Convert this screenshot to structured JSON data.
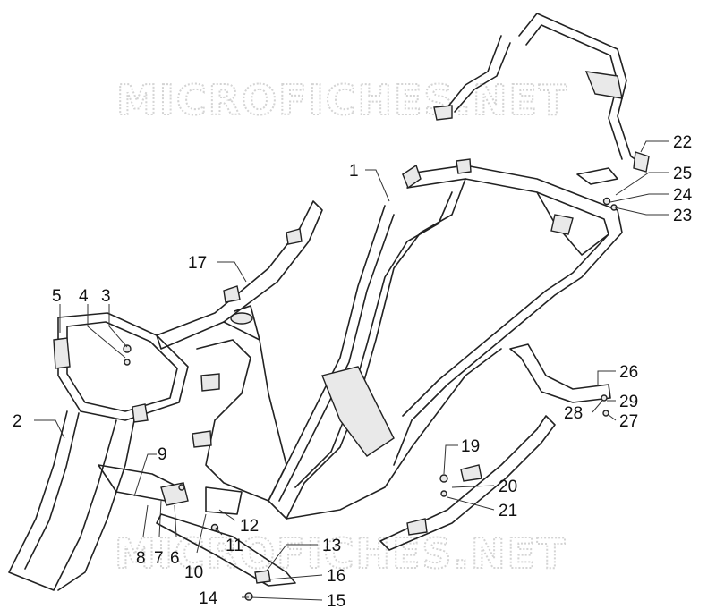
{
  "watermark": {
    "text": "MICROFICHES.NET"
  },
  "callouts": {
    "n1": "1",
    "n2": "2",
    "n3": "3",
    "n4": "4",
    "n5": "5",
    "n6": "6",
    "n7": "7",
    "n8": "8",
    "n9": "9",
    "n10": "10",
    "n11": "11",
    "n12": "12",
    "n13": "13",
    "n14": "14",
    "n15": "15",
    "n16": "16",
    "n17": "17",
    "n19": "19",
    "n20": "20",
    "n21": "21",
    "n22": "22",
    "n23": "23",
    "n24": "24",
    "n25": "25",
    "n26": "26",
    "n27": "27",
    "n28": "28",
    "n29": "29"
  }
}
